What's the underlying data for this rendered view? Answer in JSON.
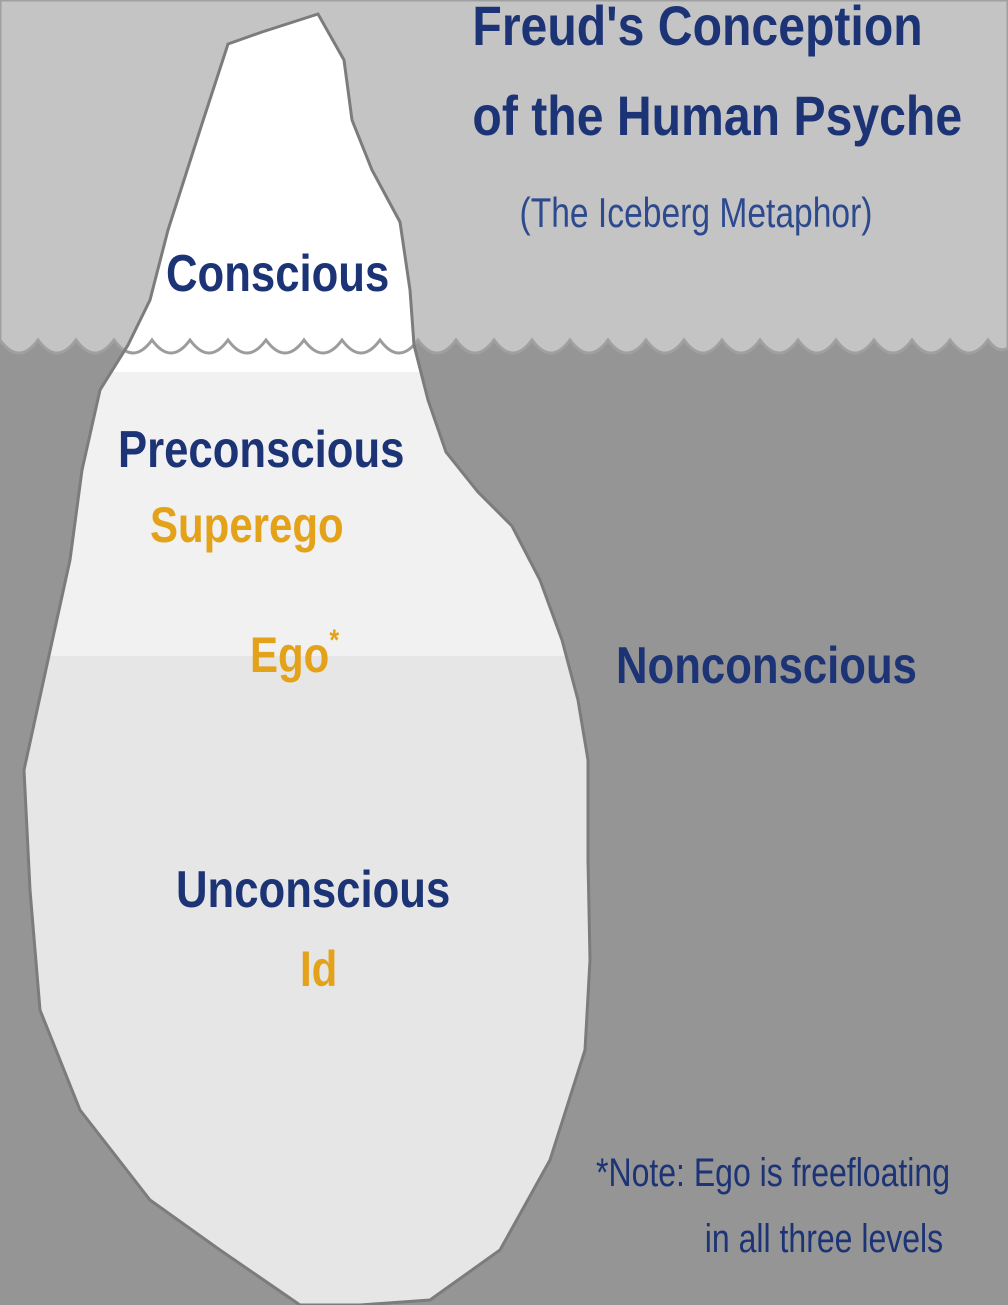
{
  "diagram": {
    "title_line1": "Freud's Conception",
    "title_line2": "of the Human Psyche",
    "subtitle": "(The Iceberg Metaphor)",
    "levels": {
      "conscious": "Conscious",
      "preconscious": "Preconscious",
      "unconscious": "Unconscious",
      "nonconscious": "Nonconscious"
    },
    "parts": {
      "superego": "Superego",
      "ego": "Ego",
      "ego_marker": "*",
      "id": "Id"
    },
    "note": {
      "line1": "*Note: Ego is freefloating",
      "line2": "in all three levels"
    }
  },
  "colors": {
    "sky": "#c4c4c4",
    "water": "#959595",
    "iceberg_tip": "#ffffff",
    "iceberg_mid": "#f1f1f1",
    "iceberg_low": "#e6e6e6",
    "label_blue": "#1c3476",
    "label_gold": "#e3a21a"
  }
}
